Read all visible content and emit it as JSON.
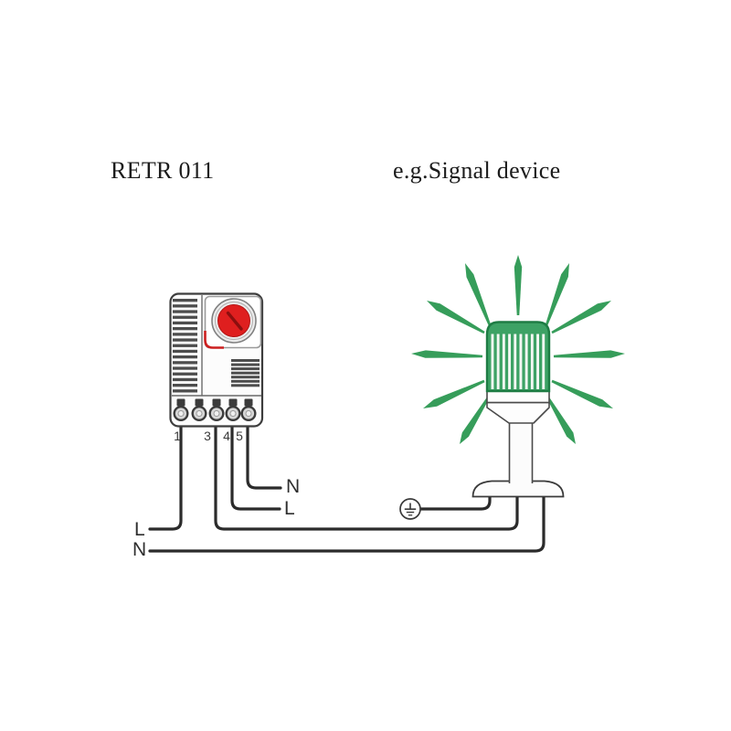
{
  "diagram": {
    "left_device_title": "RETR 011",
    "right_device_title": "e.g.Signal device"
  },
  "thermostat": {
    "terminal_labels": [
      "1",
      "3",
      "4",
      "5"
    ]
  },
  "wire_labels": {
    "branch_neutral": "N",
    "branch_live": "L",
    "supply_live": "L",
    "supply_neutral": "N"
  },
  "colors": {
    "knob_red": "#df1f1f",
    "dome_green": "#3da265",
    "dome_border_green": "#1e7c44",
    "ray_green": "#2e9a54",
    "wire_black": "#2b2b2b"
  },
  "icons": {
    "ground_icon": "protective-earth"
  }
}
